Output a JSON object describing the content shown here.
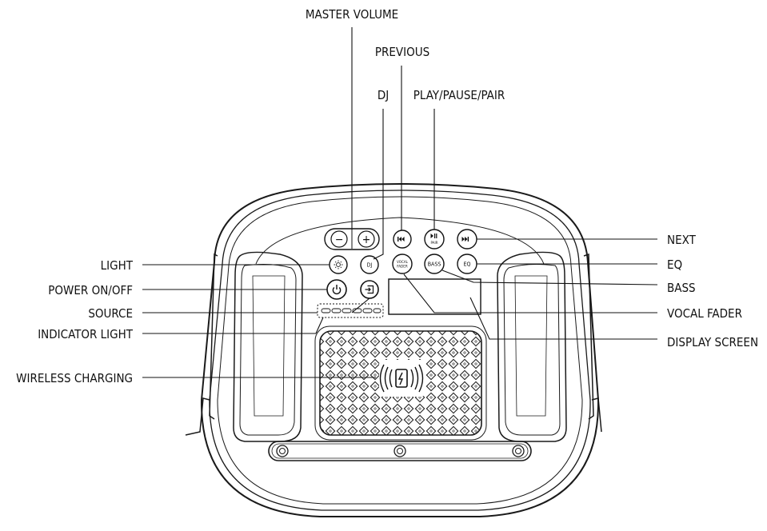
{
  "labels": {
    "master_volume": "MASTER VOLUME",
    "previous": "PREVIOUS",
    "dj": "DJ",
    "play_pause_pair": "PLAY/PAUSE/PAIR",
    "next": "NEXT",
    "eq": "EQ",
    "bass": "BASS",
    "vocal_fader": "VOCAL FADER",
    "display_screen": "DISPLAY SCREEN",
    "light": "LIGHT",
    "power": "POWER ON/OFF",
    "source": "SOURCE",
    "indicator_light": "INDICATOR LIGHT",
    "wireless_charging": "WIRELESS CHARGING"
  },
  "buttons": {
    "volume_down": "−",
    "volume_up": "+",
    "dj": "DJ",
    "play_pair": "PAIR",
    "vocal_fader_line1": "VOCAL",
    "vocal_fader_line2": "FADER",
    "bass": "BASS",
    "eq": "EQ"
  }
}
